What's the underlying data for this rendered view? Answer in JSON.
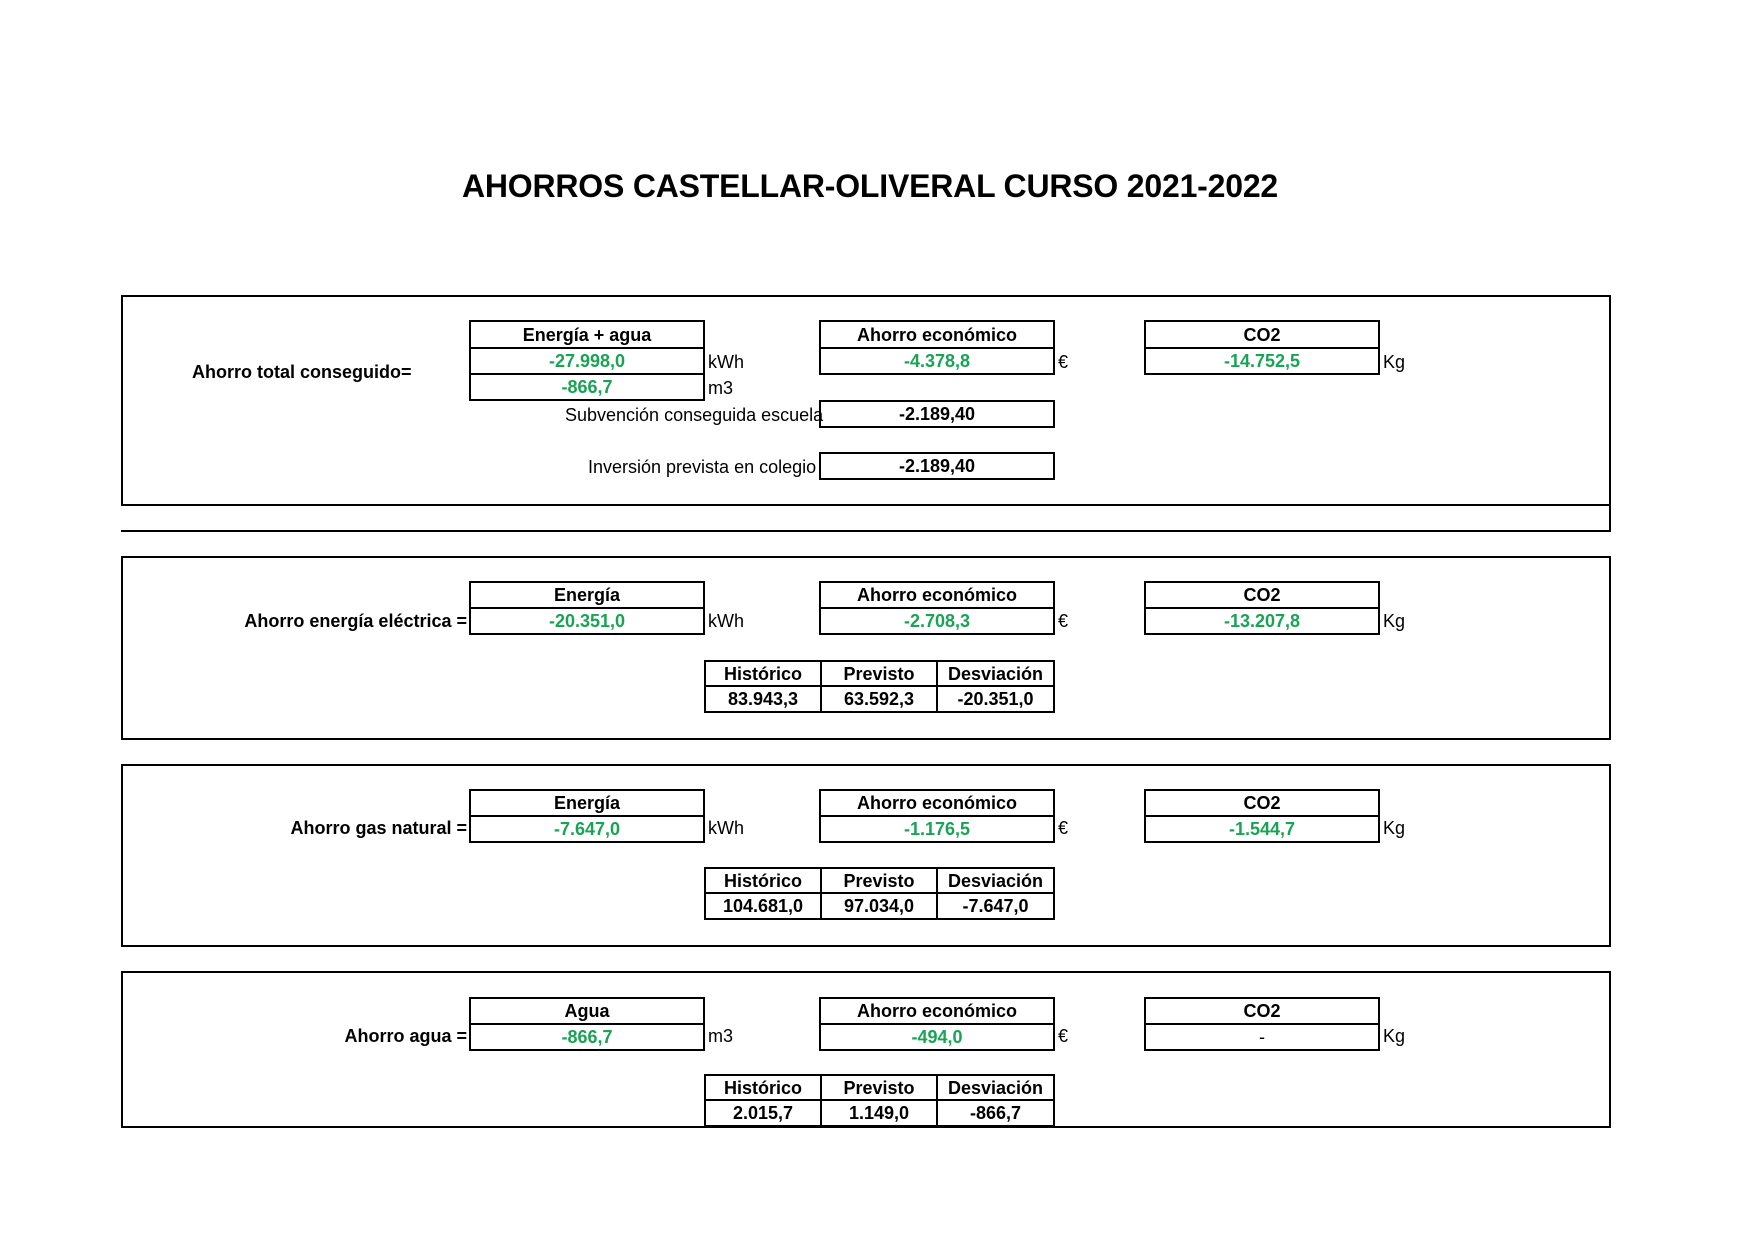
{
  "title": "AHORROS CASTELLAR-OLIVERAL CURSO 2021-2022",
  "total": {
    "label": "Ahorro total conseguido=",
    "energy_header": "Energía + agua",
    "energy_value": "-27.998,0",
    "energy_unit": "kWh",
    "water_value": "-866,7",
    "water_unit": "m3",
    "econ_header": "Ahorro económico",
    "econ_value": "-4.378,8",
    "econ_unit": "€",
    "co2_header": "CO2",
    "co2_value": "-14.752,5",
    "co2_unit": "Kg",
    "subsidy_label": "Subvención conseguida escuela",
    "subsidy_value": "-2.189,40",
    "investment_label": "Inversión prevista en colegio",
    "investment_value": "-2.189,40"
  },
  "electric": {
    "label": "Ahorro energía eléctrica =",
    "energy_header": "Energía",
    "energy_value": "-20.351,0",
    "energy_unit": "kWh",
    "econ_header": "Ahorro económico",
    "econ_value": "-2.708,3",
    "econ_unit": "€",
    "co2_header": "CO2",
    "co2_value": "-13.207,8",
    "co2_unit": "Kg",
    "table": {
      "headers": [
        "Histórico",
        "Previsto",
        "Desviación"
      ],
      "values": [
        "83.943,3",
        "63.592,3",
        "-20.351,0"
      ]
    }
  },
  "gas": {
    "label": "Ahorro gas natural =",
    "energy_header": "Energía",
    "energy_value": "-7.647,0",
    "energy_unit": "kWh",
    "econ_header": "Ahorro económico",
    "econ_value": "-1.176,5",
    "econ_unit": "€",
    "co2_header": "CO2",
    "co2_value": "-1.544,7",
    "co2_unit": "Kg",
    "table": {
      "headers": [
        "Histórico",
        "Previsto",
        "Desviación"
      ],
      "values": [
        "104.681,0",
        "97.034,0",
        "-7.647,0"
      ]
    }
  },
  "water": {
    "label": "Ahorro agua =",
    "energy_header": "Agua",
    "energy_value": "-866,7",
    "energy_unit": "m3",
    "econ_header": "Ahorro económico",
    "econ_value": "-494,0",
    "econ_unit": "€",
    "co2_header": "CO2",
    "co2_value": "-",
    "co2_unit": "Kg",
    "table": {
      "headers": [
        "Histórico",
        "Previsto",
        "Desviación"
      ],
      "values": [
        "2.015,7",
        "1.149,0",
        "-866,7"
      ]
    }
  },
  "colors": {
    "positive_value": "#1aa354",
    "border": "#000000"
  }
}
